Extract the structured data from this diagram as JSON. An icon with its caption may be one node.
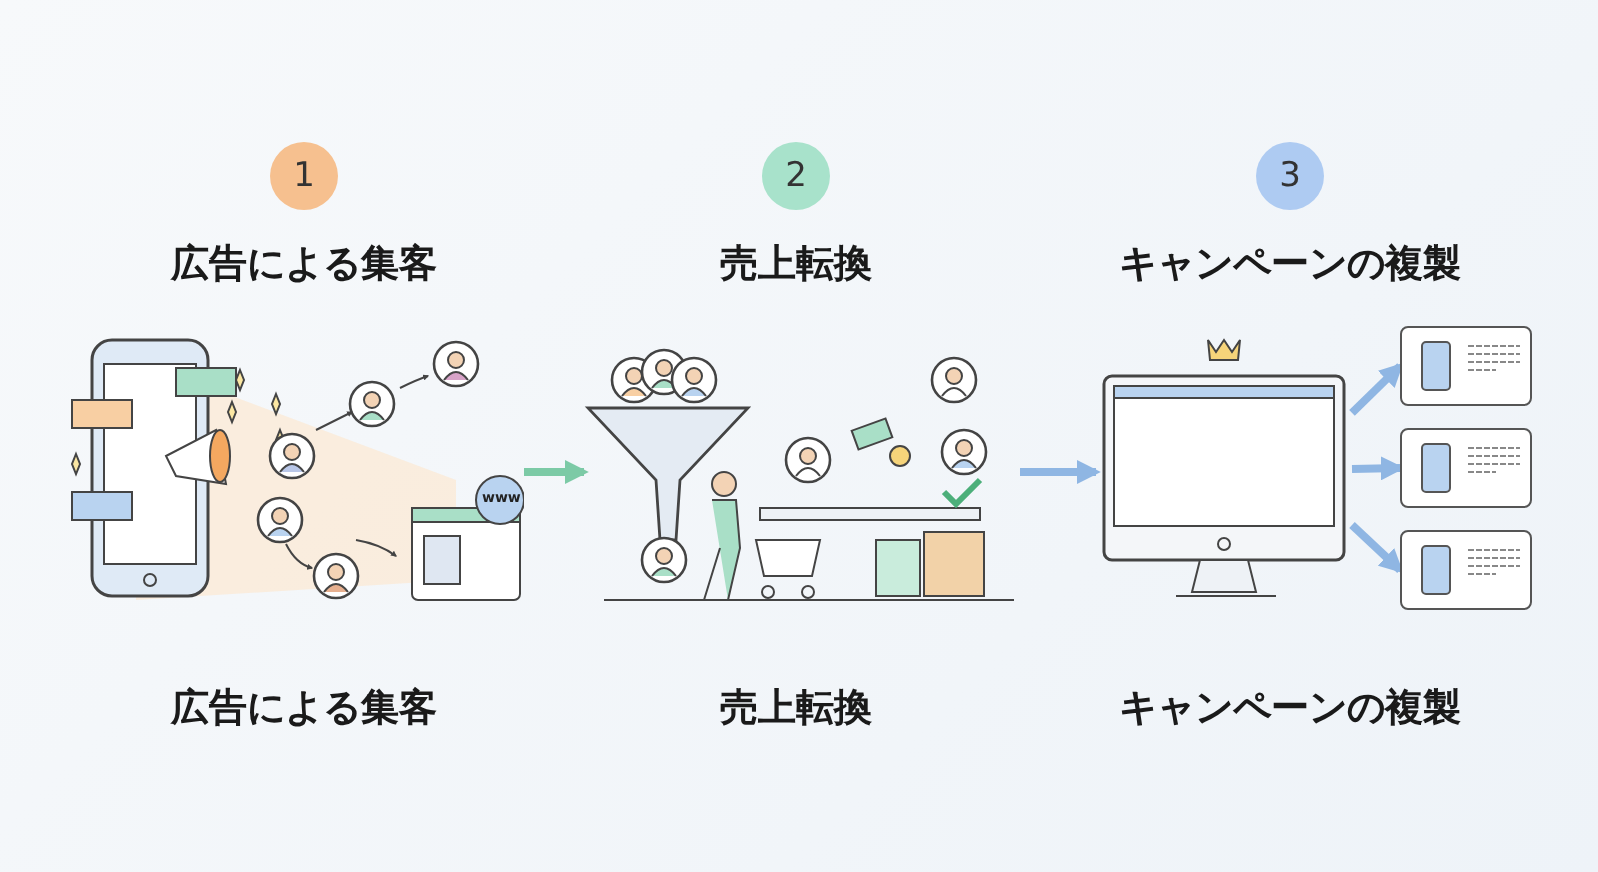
{
  "diagram": {
    "nodes": [
      {
        "text": [
          "1"
        ]
      },
      {
        "text": [
          "2"
        ]
      },
      {
        "text": [
          "3"
        ]
      },
      {
        "text": [],
        "shape": "picture"
      },
      {
        "text": [],
        "shape": "picture"
      },
      {
        "text": [],
        "shape": "picture"
      },
      {
        "text": [],
        "shape": "box"
      },
      {
        "text": [],
        "shape": "box"
      },
      {
        "text": [],
        "shape": "box"
      }
    ],
    "edges": [
      {
        "from": 3,
        "to": 4,
        "arrow": "to",
        "color": "#7ccaa6"
      },
      {
        "from": 4,
        "to": 5,
        "arrow": "to"
      },
      {
        "from": 5,
        "to": 6,
        "arrow": "to"
      },
      {
        "from": 5,
        "to": 7,
        "arrow": "to"
      },
      {
        "from": 5,
        "to": 8,
        "arrow": "to"
      }
    ],
    "labels": [
      "広告による集客",
      "売上転換",
      "キャンペーンの複製",
      "www",
      "広告による集客",
      "売上転換",
      "キャンペーンの複製"
    ]
  }
}
